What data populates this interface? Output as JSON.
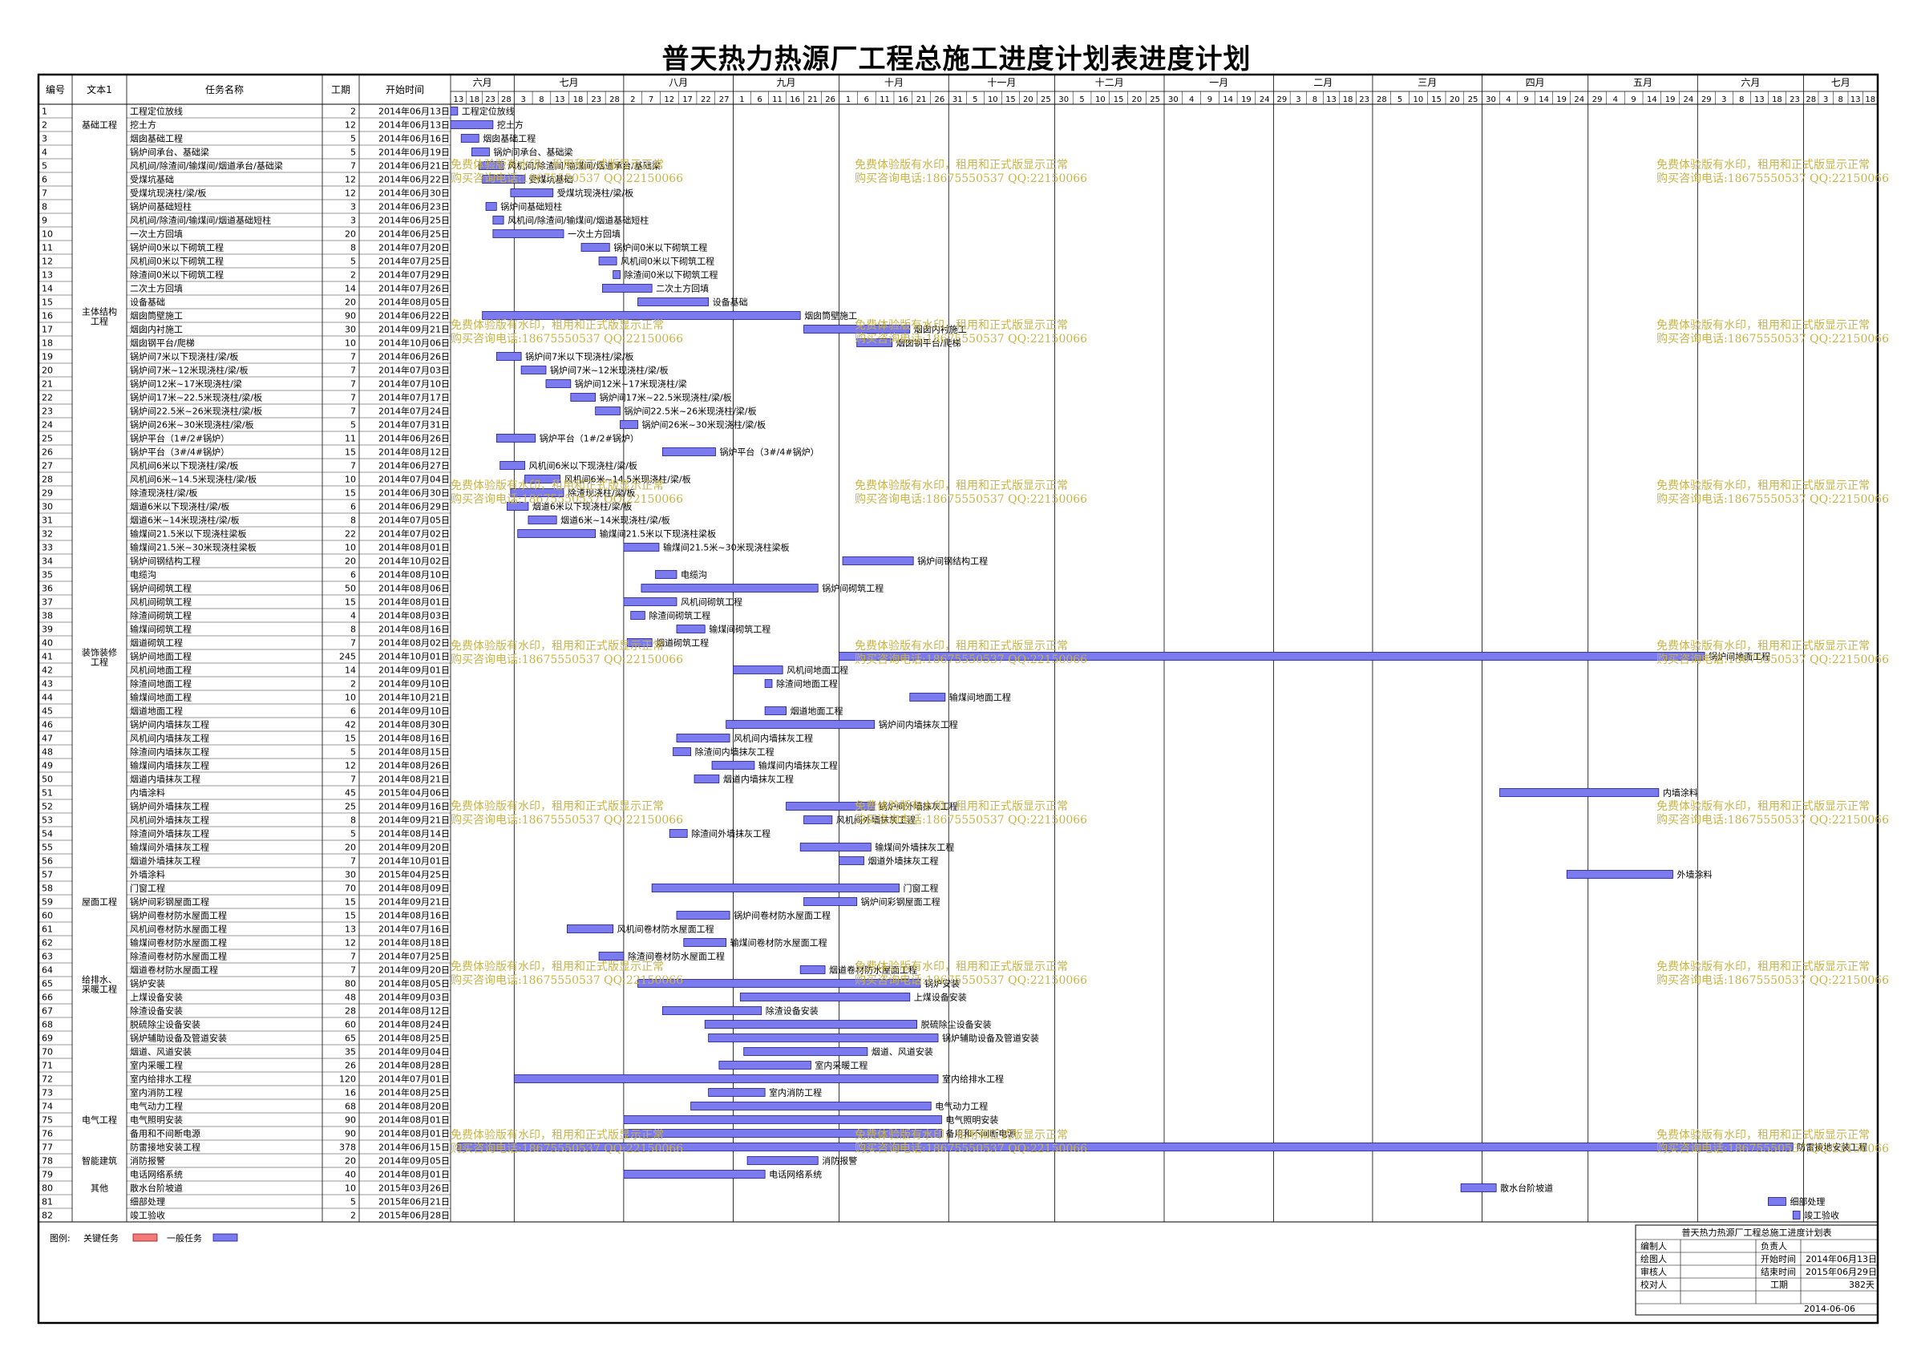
{
  "title": "普天热力热源厂工程总施工进度计划表进度计划",
  "columns": [
    "编号",
    "文本1",
    "任务名称",
    "工期",
    "开始时间"
  ],
  "months": [
    {
      "label": "六月",
      "days": [
        "13",
        "18",
        "23",
        "28"
      ]
    },
    {
      "label": "七月",
      "days": [
        "3",
        "8",
        "13",
        "18",
        "23",
        "28"
      ]
    },
    {
      "label": "八月",
      "days": [
        "2",
        "7",
        "12",
        "17",
        "22",
        "27"
      ]
    },
    {
      "label": "九月",
      "days": [
        "1",
        "6",
        "11",
        "16",
        "21",
        "26"
      ]
    },
    {
      "label": "十月",
      "days": [
        "1",
        "6",
        "11",
        "16",
        "21",
        "26"
      ]
    },
    {
      "label": "十一月",
      "days": [
        "31",
        "5",
        "10",
        "15",
        "20",
        "25"
      ]
    },
    {
      "label": "十二月",
      "days": [
        "30",
        "5",
        "10",
        "15",
        "20",
        "25"
      ]
    },
    {
      "label": "一月",
      "days": [
        "30",
        "4",
        "9",
        "14",
        "19",
        "24"
      ]
    },
    {
      "label": "二月",
      "days": [
        "29",
        "3",
        "8",
        "13",
        "18",
        "23"
      ]
    },
    {
      "label": "三月",
      "days": [
        "28",
        "5",
        "10",
        "15",
        "20",
        "25"
      ]
    },
    {
      "label": "四月",
      "days": [
        "30",
        "4",
        "9",
        "14",
        "19",
        "24"
      ]
    },
    {
      "label": "五月",
      "days": [
        "29",
        "4",
        "9",
        "14",
        "19",
        "24"
      ]
    },
    {
      "label": "六月",
      "days": [
        "29",
        "3",
        "8",
        "13",
        "18",
        "23"
      ]
    },
    {
      "label": "七月",
      "days": [
        "28",
        "3",
        "8",
        "13",
        "18"
      ]
    }
  ],
  "groups": [
    {
      "label": "基础工程",
      "row": 2
    },
    {
      "label": "主体结构工程",
      "row": 16
    },
    {
      "label": "装饰装修工程",
      "row": 41
    },
    {
      "label": "屋面工程",
      "row": 59
    },
    {
      "label": "给排水、采暖工程",
      "row": 65
    },
    {
      "label": "电气工程",
      "row": 75
    },
    {
      "label": "智能建筑",
      "row": 78
    },
    {
      "label": "其他",
      "row": 80
    }
  ],
  "chart_data": {
    "type": "gantt",
    "project_start": "2014-06-13",
    "timeline_start": "2014-06-13",
    "timeline_end": "2015-07-22",
    "tasks": [
      {
        "id": "1",
        "name": "工程定位放线",
        "duration": 2,
        "start": "2014年06月13日",
        "label": "工程定位放线"
      },
      {
        "id": "2",
        "name": "挖土方",
        "duration": 12,
        "start": "2014年06月13日",
        "label": "挖土方"
      },
      {
        "id": "3",
        "name": "烟囱基础工程",
        "duration": 5,
        "start": "2014年06月16日",
        "label": "烟囱基础工程"
      },
      {
        "id": "4",
        "name": "锅炉间承台、基础梁",
        "duration": 5,
        "start": "2014年06月19日",
        "label": "锅炉间承台、基础梁"
      },
      {
        "id": "5",
        "name": "风机间/除渣间/输煤间/烟道承台/基础梁",
        "duration": 7,
        "start": "2014年06月21日",
        "label": "风机间/除渣间/输煤间/烟道承台/基础梁"
      },
      {
        "id": "6",
        "name": "受煤坑基础",
        "duration": 12,
        "start": "2014年06月22日",
        "label": "受煤坑基础"
      },
      {
        "id": "7",
        "name": "受煤坑现浇柱/梁/板",
        "duration": 12,
        "start": "2014年06月30日",
        "label": "受煤坑现浇柱/梁/板"
      },
      {
        "id": "8",
        "name": "锅炉间基础短柱",
        "duration": 3,
        "start": "2014年06月23日",
        "label": "锅炉间基础短柱"
      },
      {
        "id": "9",
        "name": "风机间/除渣间/输煤间/烟道基础短柱",
        "duration": 3,
        "start": "2014年06月25日",
        "label": "风机间/除渣间/输煤间/烟道基础短柱"
      },
      {
        "id": "10",
        "name": "一次土方回填",
        "duration": 20,
        "start": "2014年06月25日",
        "label": "一次土方回填"
      },
      {
        "id": "11",
        "name": "锅炉间0米以下砌筑工程",
        "duration": 8,
        "start": "2014年07月20日",
        "label": "锅炉间0米以下砌筑工程"
      },
      {
        "id": "12",
        "name": "风机间0米以下砌筑工程",
        "duration": 5,
        "start": "2014年07月25日",
        "label": "风机间0米以下砌筑工程"
      },
      {
        "id": "13",
        "name": "除渣间0米以下砌筑工程",
        "duration": 2,
        "start": "2014年07月29日",
        "label": "除渣间0米以下砌筑工程"
      },
      {
        "id": "14",
        "name": "二次土方回填",
        "duration": 14,
        "start": "2014年07月26日",
        "label": "二次土方回填"
      },
      {
        "id": "15",
        "name": "设备基础",
        "duration": 20,
        "start": "2014年08月05日",
        "label": "设备基础"
      },
      {
        "id": "16",
        "name": "烟囱筒壁施工",
        "duration": 90,
        "start": "2014年06月22日",
        "label": "烟囱筒壁施工"
      },
      {
        "id": "17",
        "name": "烟囱内衬施工",
        "duration": 30,
        "start": "2014年09月21日",
        "label": "烟囱内衬施工"
      },
      {
        "id": "18",
        "name": "烟囱钢平台/爬梯",
        "duration": 10,
        "start": "2014年10月06日",
        "label": "烟囱钢平台/爬梯"
      },
      {
        "id": "19",
        "name": "锅炉间7米以下现浇柱/梁/板",
        "duration": 7,
        "start": "2014年06月26日",
        "label": "锅炉间7米以下现浇柱/梁/板"
      },
      {
        "id": "20",
        "name": "锅炉间7米~12米现浇柱/梁/板",
        "duration": 7,
        "start": "2014年07月03日",
        "label": "锅炉间7米~12米现浇柱/梁/板"
      },
      {
        "id": "21",
        "name": "锅炉间12米~17米现浇柱/梁",
        "duration": 7,
        "start": "2014年07月10日",
        "label": "锅炉间12米~17米现浇柱/梁"
      },
      {
        "id": "22",
        "name": "锅炉间17米~22.5米现浇柱/梁/板",
        "duration": 7,
        "start": "2014年07月17日",
        "label": "锅炉间17米~22.5米现浇柱/梁/板"
      },
      {
        "id": "23",
        "name": "锅炉间22.5米~26米现浇柱/梁/板",
        "duration": 7,
        "start": "2014年07月24日",
        "label": "锅炉间22.5米~26米现浇柱/梁/板"
      },
      {
        "id": "24",
        "name": "锅炉间26米~30米现浇柱/梁/板",
        "duration": 5,
        "start": "2014年07月31日",
        "label": "锅炉间26米~30米现浇柱/梁/板"
      },
      {
        "id": "25",
        "name": "锅炉平台（1#/2#锅炉）",
        "duration": 11,
        "start": "2014年06月26日",
        "label": "锅炉平台（1#/2#锅炉）"
      },
      {
        "id": "26",
        "name": "锅炉平台（3#/4#锅炉）",
        "duration": 15,
        "start": "2014年08月12日",
        "label": "锅炉平台（3#/4#锅炉）"
      },
      {
        "id": "27",
        "name": "风机间6米以下现浇柱/梁/板",
        "duration": 7,
        "start": "2014年06月27日",
        "label": "风机间6米以下现浇柱/梁/板"
      },
      {
        "id": "28",
        "name": "风机间6米~14.5米现浇柱/梁/板",
        "duration": 10,
        "start": "2014年07月04日",
        "label": "风机间6米~14.5米现浇柱/梁/板"
      },
      {
        "id": "29",
        "name": "除渣现浇柱/梁/板",
        "duration": 15,
        "start": "2014年06月30日",
        "label": "除渣现浇柱/梁/板"
      },
      {
        "id": "30",
        "name": "烟道6米以下现浇柱/梁/板",
        "duration": 6,
        "start": "2014年06月29日",
        "label": "烟道6米以下现浇柱/梁/板"
      },
      {
        "id": "31",
        "name": "烟道6米~14米现浇柱/梁/板",
        "duration": 8,
        "start": "2014年07月05日",
        "label": "烟道6米~14米现浇柱/梁/板"
      },
      {
        "id": "32",
        "name": "输煤间21.5米以下现浇柱梁板",
        "duration": 22,
        "start": "2014年07月02日",
        "label": "输煤间21.5米以下现浇柱梁板"
      },
      {
        "id": "33",
        "name": "输煤间21.5米~30米现浇柱梁板",
        "duration": 10,
        "start": "2014年08月01日",
        "label": "输煤间21.5米~30米现浇柱梁板"
      },
      {
        "id": "34",
        "name": "锅炉间钢结构工程",
        "duration": 20,
        "start": "2014年10月02日",
        "label": "锅炉间钢结构工程"
      },
      {
        "id": "35",
        "name": "电缆沟",
        "duration": 6,
        "start": "2014年08月10日",
        "label": "电缆沟"
      },
      {
        "id": "36",
        "name": "锅炉间砌筑工程",
        "duration": 50,
        "start": "2014年08月06日",
        "label": "锅炉间砌筑工程"
      },
      {
        "id": "37",
        "name": "风机间砌筑工程",
        "duration": 15,
        "start": "2014年08月01日",
        "label": "风机间砌筑工程"
      },
      {
        "id": "38",
        "name": "除渣间砌筑工程",
        "duration": 4,
        "start": "2014年08月03日",
        "label": "除渣间砌筑工程"
      },
      {
        "id": "39",
        "name": "输煤间砌筑工程",
        "duration": 8,
        "start": "2014年08月16日",
        "label": "输煤间砌筑工程"
      },
      {
        "id": "40",
        "name": "烟道砌筑工程",
        "duration": 7,
        "start": "2014年08月02日",
        "label": "烟道砌筑工程"
      },
      {
        "id": "41",
        "name": "锅炉间地面工程",
        "duration": 245,
        "start": "2014年10月01日",
        "label": "锅炉间地面工程"
      },
      {
        "id": "42",
        "name": "风机间地面工程",
        "duration": 14,
        "start": "2014年09月01日",
        "label": "风机间地面工程"
      },
      {
        "id": "43",
        "name": "除渣间地面工程",
        "duration": 2,
        "start": "2014年09月10日",
        "label": "除渣间地面工程"
      },
      {
        "id": "44",
        "name": "输煤间地面工程",
        "duration": 10,
        "start": "2014年10月21日",
        "label": "输煤间地面工程"
      },
      {
        "id": "45",
        "name": "烟道地面工程",
        "duration": 6,
        "start": "2014年09月10日",
        "label": "烟道地面工程"
      },
      {
        "id": "46",
        "name": "锅炉间内墙抹灰工程",
        "duration": 42,
        "start": "2014年08月30日",
        "label": "锅炉间内墙抹灰工程"
      },
      {
        "id": "47",
        "name": "风机间内墙抹灰工程",
        "duration": 15,
        "start": "2014年08月16日",
        "label": "风机间内墙抹灰工程"
      },
      {
        "id": "48",
        "name": "除渣间内墙抹灰工程",
        "duration": 5,
        "start": "2014年08月15日",
        "label": "除渣间内墙抹灰工程"
      },
      {
        "id": "49",
        "name": "输煤间内墙抹灰工程",
        "duration": 12,
        "start": "2014年08月26日",
        "label": "输煤间内墙抹灰工程"
      },
      {
        "id": "50",
        "name": "烟道内墙抹灰工程",
        "duration": 7,
        "start": "2014年08月21日",
        "label": "烟道内墙抹灰工程"
      },
      {
        "id": "51",
        "name": "内墙涂料",
        "duration": 45,
        "start": "2015年04月06日",
        "label": "内墙涂料"
      },
      {
        "id": "52",
        "name": "锅炉间外墙抹灰工程",
        "duration": 25,
        "start": "2014年09月16日",
        "label": "锅炉间外墙抹灰工程"
      },
      {
        "id": "53",
        "name": "风机间外墙抹灰工程",
        "duration": 8,
        "start": "2014年09月21日",
        "label": "风机间外墙抹灰工程"
      },
      {
        "id": "54",
        "name": "除渣间外墙抹灰工程",
        "duration": 5,
        "start": "2014年08月14日",
        "label": "除渣间外墙抹灰工程"
      },
      {
        "id": "55",
        "name": "输煤间外墙抹灰工程",
        "duration": 20,
        "start": "2014年09月20日",
        "label": "输煤间外墙抹灰工程"
      },
      {
        "id": "56",
        "name": "烟道外墙抹灰工程",
        "duration": 7,
        "start": "2014年10月01日",
        "label": "烟道外墙抹灰工程"
      },
      {
        "id": "57",
        "name": "外墙涂料",
        "duration": 30,
        "start": "2015年04月25日",
        "label": "外墙涂料"
      },
      {
        "id": "58",
        "name": "门窗工程",
        "duration": 70,
        "start": "2014年08月09日",
        "label": "门窗工程"
      },
      {
        "id": "59",
        "name": "锅炉间彩钢屋面工程",
        "duration": 15,
        "start": "2014年09月21日",
        "label": "锅炉间彩钢屋面工程"
      },
      {
        "id": "60",
        "name": "锅炉间卷材防水屋面工程",
        "duration": 15,
        "start": "2014年08月16日",
        "label": "锅炉间卷材防水屋面工程"
      },
      {
        "id": "61",
        "name": "风机间卷材防水屋面工程",
        "duration": 13,
        "start": "2014年07月16日",
        "label": "风机间卷材防水屋面工程"
      },
      {
        "id": "62",
        "name": "输煤间卷材防水屋面工程",
        "duration": 12,
        "start": "2014年08月18日",
        "label": "输煤间卷材防水屋面工程"
      },
      {
        "id": "63",
        "name": "除渣间卷材防水屋面工程",
        "duration": 7,
        "start": "2014年07月25日",
        "label": "除渣间卷材防水屋面工程"
      },
      {
        "id": "64",
        "name": "烟道卷材防水屋面工程",
        "duration": 7,
        "start": "2014年09月20日",
        "label": "烟道卷材防水屋面工程"
      },
      {
        "id": "65",
        "name": "锅炉安装",
        "duration": 80,
        "start": "2014年08月05日",
        "label": "锅炉安装"
      },
      {
        "id": "66",
        "name": "上煤设备安装",
        "duration": 48,
        "start": "2014年09月03日",
        "label": "上煤设备安装"
      },
      {
        "id": "67",
        "name": "除渣设备安装",
        "duration": 28,
        "start": "2014年08月12日",
        "label": "除渣设备安装"
      },
      {
        "id": "68",
        "name": "脱硫除尘设备安装",
        "duration": 60,
        "start": "2014年08月24日",
        "label": "脱硫除尘设备安装"
      },
      {
        "id": "69",
        "name": "锅炉辅助设备及管道安装",
        "duration": 65,
        "start": "2014年08月25日",
        "label": "锅炉辅助设备及管道安装"
      },
      {
        "id": "70",
        "name": "烟道、风道安装",
        "duration": 35,
        "start": "2014年09月04日",
        "label": "烟道、风道安装"
      },
      {
        "id": "71",
        "name": "室内采暖工程",
        "duration": 26,
        "start": "2014年08月28日",
        "label": "室内采暖工程"
      },
      {
        "id": "72",
        "name": "室内给排水工程",
        "duration": 120,
        "start": "2014年07月01日",
        "label": "室内给排水工程"
      },
      {
        "id": "73",
        "name": "室内消防工程",
        "duration": 16,
        "start": "2014年08月25日",
        "label": "室内消防工程"
      },
      {
        "id": "74",
        "name": "电气动力工程",
        "duration": 68,
        "start": "2014年08月20日",
        "label": "电气动力工程"
      },
      {
        "id": "75",
        "name": "电气照明安装",
        "duration": 90,
        "start": "2014年08月01日",
        "label": "电气照明安装"
      },
      {
        "id": "76",
        "name": "备用和不间断电源",
        "duration": 90,
        "start": "2014年08月01日",
        "label": "备用和不间断电源"
      },
      {
        "id": "77",
        "name": "防雷接地安装工程",
        "duration": 378,
        "start": "2014年06月15日",
        "label": "防雷接地安装工程"
      },
      {
        "id": "78",
        "name": "消防报警",
        "duration": 20,
        "start": "2014年09月05日",
        "label": "消防报警"
      },
      {
        "id": "79",
        "name": "电话网络系统",
        "duration": 40,
        "start": "2014年08月01日",
        "label": "电话网络系统"
      },
      {
        "id": "80",
        "name": "散水台阶坡道",
        "duration": 10,
        "start": "2015年03月26日",
        "label": "散水台阶坡道"
      },
      {
        "id": "81",
        "name": "细部处理",
        "duration": 5,
        "start": "2015年06月21日",
        "label": "细部处理"
      },
      {
        "id": "82",
        "name": "竣工验收",
        "duration": 2,
        "start": "2015年06月28日",
        "label": "竣工验收"
      }
    ],
    "colors": {
      "general_task": "#7b7bef",
      "critical_task": "#f47a7a",
      "bar_border": "#1a1a8a",
      "watermark": "#c8b44a"
    }
  },
  "watermark": {
    "line1": "免费体验版有水印，租用和正式版显示正常",
    "line2": "购买咨询电话:18675550537 QQ:22150066"
  },
  "legend": {
    "label": "图例:",
    "critical": "关键任务",
    "general": "一般任务"
  },
  "footer": {
    "project_title": "普天热力热源厂工程总施工进度计划表",
    "labels_left": [
      "编制人",
      "绘图人",
      "审核人",
      "校对人"
    ],
    "label_responsible": "负责人",
    "label_start": "开始时间",
    "value_start": "2014年06月13日",
    "label_end": "结束时间",
    "value_end": "2015年06月29日",
    "label_duration": "工期",
    "value_duration": "382天",
    "date": "2014-06-06"
  }
}
